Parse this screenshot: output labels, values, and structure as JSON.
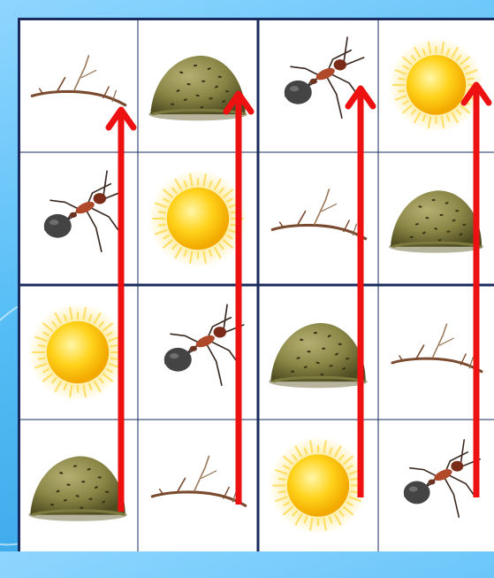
{
  "board": {
    "rows": [
      [
        "twig",
        "dirt-mound",
        "ant",
        "sun"
      ],
      [
        "ant",
        "sun",
        "twig",
        "dirt-mound"
      ],
      [
        "sun",
        "ant",
        "dirt-mound",
        "twig"
      ],
      [
        "dirt-mound",
        "twig",
        "sun",
        "ant"
      ]
    ],
    "arrow_color": "#ee1111",
    "line_color": "#1a2b5c"
  }
}
